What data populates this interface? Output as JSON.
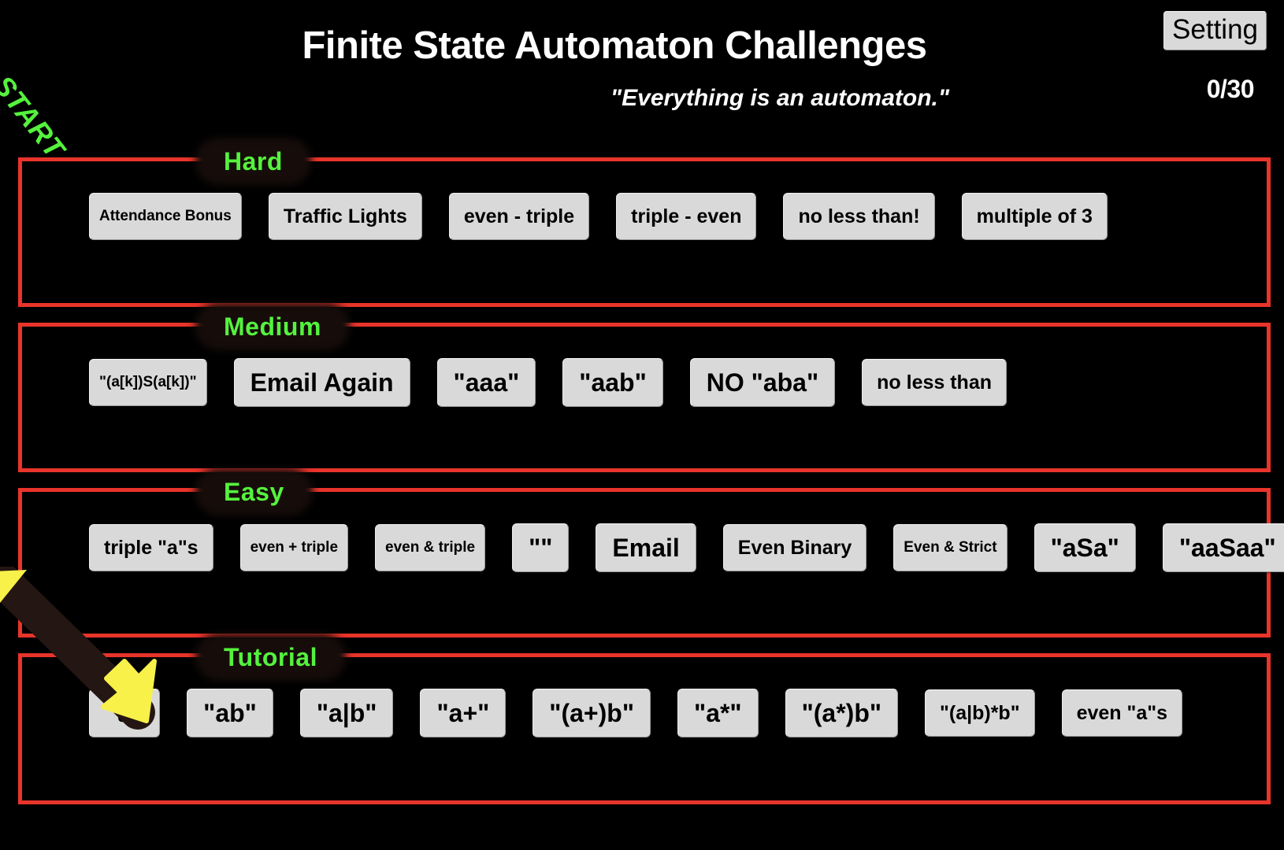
{
  "header": {
    "title": "Finite State Automaton Challenges",
    "subtitle": "\"Everything is an automaton.\"",
    "settings_label": "Setting",
    "progress": "0/30"
  },
  "colors": {
    "background": "#000000",
    "section_border": "#e8342a",
    "section_label_text": "#55f23d",
    "button_face": "#d9d9d9",
    "button_text": "#000000",
    "title_text": "#ffffff",
    "arrow": "#f7f14a"
  },
  "overlay": {
    "start_label": "START",
    "arrow_icon": "arrow-down-right-icon"
  },
  "sections": [
    {
      "id": "hard",
      "label": "Hard",
      "buttons": [
        {
          "label": "Attendance Bonus",
          "size": "sz-sm"
        },
        {
          "label": "Traffic Lights",
          "size": "sz-md"
        },
        {
          "label": "even - triple",
          "size": "sz-md"
        },
        {
          "label": "triple - even",
          "size": "sz-md"
        },
        {
          "label": "no less than!",
          "size": "sz-md"
        },
        {
          "label": "multiple of 3",
          "size": "sz-md"
        }
      ]
    },
    {
      "id": "medium",
      "label": "Medium",
      "buttons": [
        {
          "label": "\"(a[k])S(a[k])\"",
          "size": "sz-sm"
        },
        {
          "label": "Email Again",
          "size": "sz-lg"
        },
        {
          "label": "\"aaa\"",
          "size": "sz-lg"
        },
        {
          "label": "\"aab\"",
          "size": "sz-lg"
        },
        {
          "label": "NO \"aba\"",
          "size": "sz-lg"
        },
        {
          "label": "no less than",
          "size": "sz-md"
        }
      ]
    },
    {
      "id": "easy",
      "label": "Easy",
      "buttons": [
        {
          "label": "triple \"a\"s",
          "size": "sz-md"
        },
        {
          "label": "even + triple",
          "size": "sz-sm"
        },
        {
          "label": "even & triple",
          "size": "sz-sm"
        },
        {
          "label": "\"\"",
          "size": "sz-lg"
        },
        {
          "label": "Email",
          "size": "sz-lg"
        },
        {
          "label": "Even Binary",
          "size": "sz-md"
        },
        {
          "label": "Even & Strict",
          "size": "sz-sm"
        },
        {
          "label": "\"aSa\"",
          "size": "sz-lg"
        },
        {
          "label": "\"aaSaa\"",
          "size": "sz-lg"
        }
      ]
    },
    {
      "id": "tutorial",
      "label": "Tutorial",
      "buttons": [
        {
          "label": "\"a\"",
          "size": "sz-lg"
        },
        {
          "label": "\"ab\"",
          "size": "sz-lg"
        },
        {
          "label": "\"a|b\"",
          "size": "sz-lg"
        },
        {
          "label": "\"a+\"",
          "size": "sz-lg"
        },
        {
          "label": "\"(a+)b\"",
          "size": "sz-lg"
        },
        {
          "label": "\"a*\"",
          "size": "sz-lg"
        },
        {
          "label": "\"(a*)b\"",
          "size": "sz-lg"
        },
        {
          "label": "\"(a|b)*b\"",
          "size": "sz-md"
        },
        {
          "label": "even \"a\"s",
          "size": "sz-md"
        }
      ]
    }
  ]
}
